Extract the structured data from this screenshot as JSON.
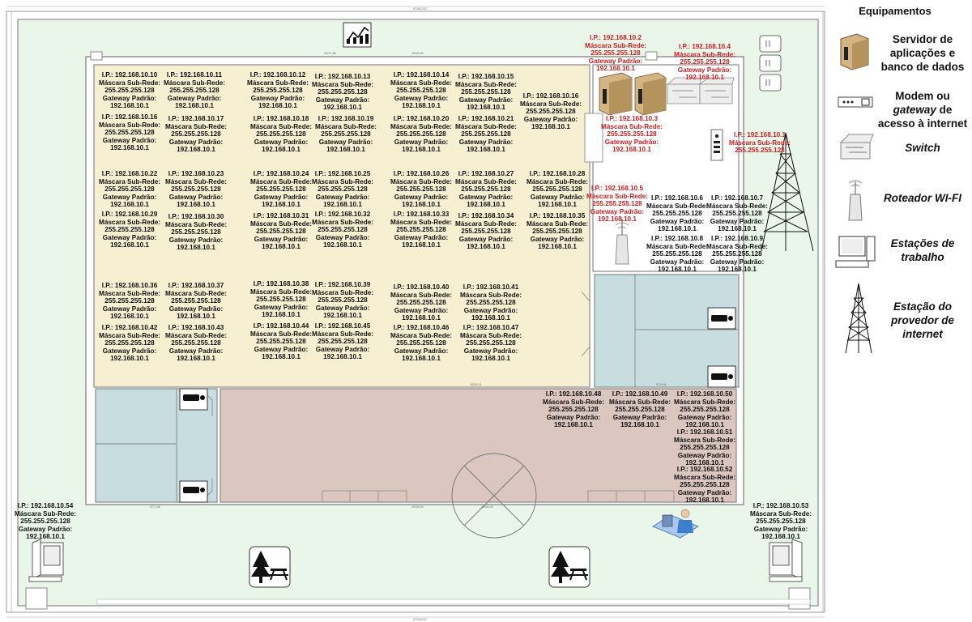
{
  "legend": {
    "title": "Equipamentos",
    "items": [
      {
        "icon": "server-icon",
        "parts": [
          {
            "t": "Servidor de aplicações e banco de dados",
            "i": false
          }
        ]
      },
      {
        "icon": "modem-icon",
        "parts": [
          {
            "t": "Modem ou ",
            "i": false
          },
          {
            "t": "gateway",
            "i": true
          },
          {
            "t": " de acesso à internet",
            "i": false
          }
        ]
      },
      {
        "icon": "switch-icon",
        "parts": [
          {
            "t": "Switch",
            "i": true
          }
        ]
      },
      {
        "icon": "wifi-router-icon",
        "parts": [
          {
            "t": "Roteador WI-FI",
            "i": true
          }
        ]
      },
      {
        "icon": "workstation-icon",
        "parts": [
          {
            "t": "Estações de trabalho",
            "i": true
          }
        ]
      },
      {
        "icon": "tower-icon",
        "parts": [
          {
            "t": "Estação do provedor de internet",
            "i": true
          }
        ]
      }
    ]
  },
  "labels": {
    "mask_prefix": "Máscara Sub-Rede:",
    "mask_value": "255.255.255.128",
    "gw_prefix": "Gateway Padrão:",
    "gw_value": "192.168.10.1",
    "ip_prefix": "I.P.: "
  },
  "devices": [
    {
      "ip": "192.168.10.10"
    },
    {
      "ip": "192.168.10.11"
    },
    {
      "ip": "192.168.10.12"
    },
    {
      "ip": "192.168.10.13"
    },
    {
      "ip": "192.168.10.14"
    },
    {
      "ip": "192.168.10.15"
    },
    {
      "ip": "192.168.10.16"
    },
    {
      "ip": "192.168.10.16"
    },
    {
      "ip": "192.168.10.17"
    },
    {
      "ip": "192.168.10.18"
    },
    {
      "ip": "192.168.10.19"
    },
    {
      "ip": "192.168.10.20"
    },
    {
      "ip": "192.168.10.21"
    },
    {
      "ip": "192.168.10.22"
    },
    {
      "ip": "192.168.10.23"
    },
    {
      "ip": "192.168.10.24"
    },
    {
      "ip": "192.168.10.25"
    },
    {
      "ip": "192.168.10.26"
    },
    {
      "ip": "192.168.10.27"
    },
    {
      "ip": "192.168.10.28"
    },
    {
      "ip": "192.168.10.29"
    },
    {
      "ip": "192.168.10.30"
    },
    {
      "ip": "192.168.10.31"
    },
    {
      "ip": "192.168.10.32"
    },
    {
      "ip": "192.168.10.33"
    },
    {
      "ip": "192.168.10.34"
    },
    {
      "ip": "192.168.10.35"
    },
    {
      "ip": "192.168.10.36"
    },
    {
      "ip": "192.168.10.37"
    },
    {
      "ip": "192.168.10.38"
    },
    {
      "ip": "192.168.10.39"
    },
    {
      "ip": "192.168.10.40"
    },
    {
      "ip": "192.168.10.41"
    },
    {
      "ip": "192.168.10.42"
    },
    {
      "ip": "192.168.10.43"
    },
    {
      "ip": "192.168.10.44"
    },
    {
      "ip": "192.168.10.45"
    },
    {
      "ip": "192.168.10.46"
    },
    {
      "ip": "192.168.10.47"
    },
    {
      "ip": "192.168.10.2",
      "red": true
    },
    {
      "ip": "192.168.10.4",
      "red": true
    },
    {
      "ip": "192.168.10.3",
      "red": true
    },
    {
      "ip": "192.168.10.5",
      "red": true
    },
    {
      "ip": "192.168.10.1",
      "red": true,
      "short": true
    },
    {
      "ip": "192.168.10.6"
    },
    {
      "ip": "192.168.10.7"
    },
    {
      "ip": "192.168.10.8"
    },
    {
      "ip": "192.168.10.9"
    },
    {
      "ip": "192.168.10.48"
    },
    {
      "ip": "192.168.10.49"
    },
    {
      "ip": "192.168.10.50"
    },
    {
      "ip": "192.168.10.51"
    },
    {
      "ip": "192.168.10.52"
    },
    {
      "ip": "192.168.10.54"
    },
    {
      "ip": "192.168.10.53"
    }
  ],
  "colors": {
    "open_office": "#f6efd2",
    "reception": "#dcc6c0",
    "restroom": "#c7dde0",
    "server_room": "#ffffff",
    "lawn": "#ebf6ea",
    "wall": "#8f8f8f",
    "highlight_text": "#cc1f1f"
  }
}
